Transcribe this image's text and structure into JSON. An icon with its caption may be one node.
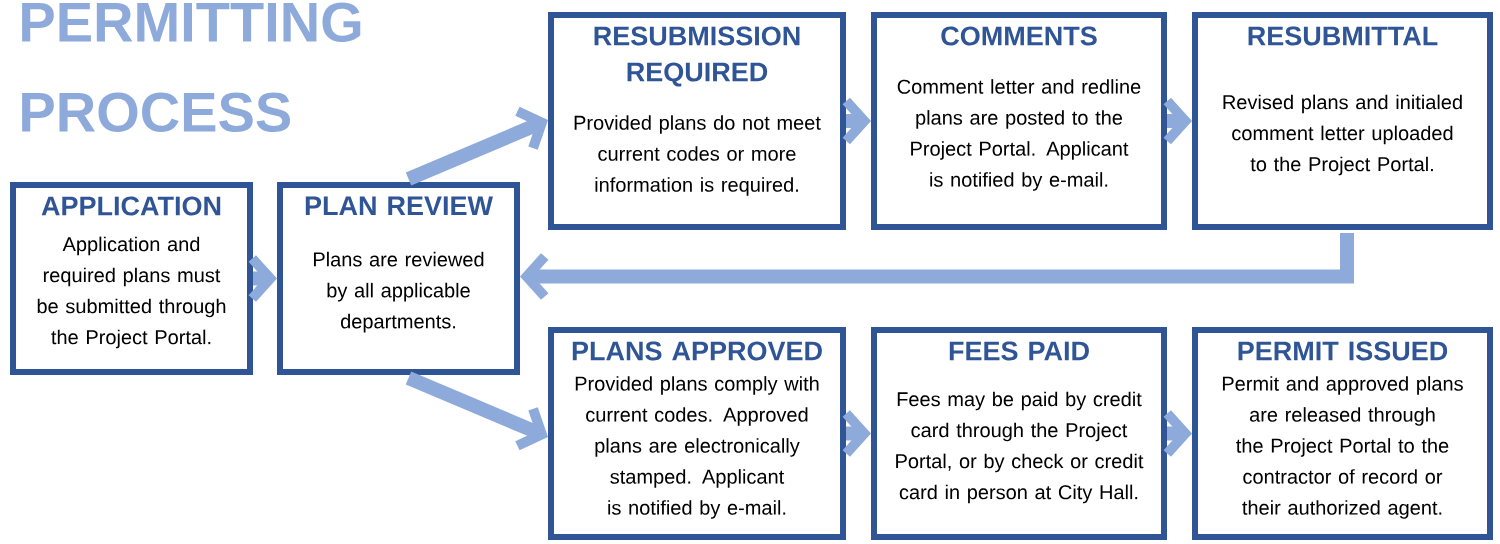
{
  "diagram": {
    "title": "PERMITTING PROCESS",
    "nodes": [
      {
        "text": [
          "APPLICATION",
          "Application and required plans must be submitted through the Project Portal."
        ]
      },
      {
        "text": [
          "PLAN REVIEW",
          "Plans are reviewed by all applicable departments."
        ]
      },
      {
        "text": [
          "RESUBMISSION REQUIRED",
          "Provided plans do not meet current codes or more information is required."
        ]
      },
      {
        "text": [
          "COMMENTS",
          "Comment letter and redline plans are posted to the Project Portal. Applicant is notified by e-mail."
        ]
      },
      {
        "text": [
          "RESUBMITTAL",
          "Revised plans and initialed comment letter uploaded to the Project Portal."
        ]
      },
      {
        "text": [
          "PLANS APPROVED",
          "Provided plans comply with current codes. Approved plans are electronically stamped. Applicant is notified by e-mail."
        ]
      },
      {
        "text": [
          "FEES PAID",
          "Fees may be paid by credit card through the Project Portal, or by check or credit card in person at City Hall."
        ]
      },
      {
        "text": [
          "PERMIT ISSUED",
          "Permit and approved plans are released through the Project Portal to the contractor of record or their authorized agent."
        ]
      }
    ],
    "edges": [
      {
        "from": 0,
        "to": 1,
        "arrow": "to"
      },
      {
        "from": 1,
        "to": 2,
        "arrow": "to"
      },
      {
        "from": 2,
        "to": 3,
        "arrow": "to"
      },
      {
        "from": 3,
        "to": 4,
        "arrow": "to"
      },
      {
        "from": 4,
        "to": 1,
        "arrow": "to"
      },
      {
        "from": 1,
        "to": 5,
        "arrow": "to"
      },
      {
        "from": 5,
        "to": 6,
        "arrow": "to"
      },
      {
        "from": 6,
        "to": 7,
        "arrow": "to"
      }
    ]
  }
}
